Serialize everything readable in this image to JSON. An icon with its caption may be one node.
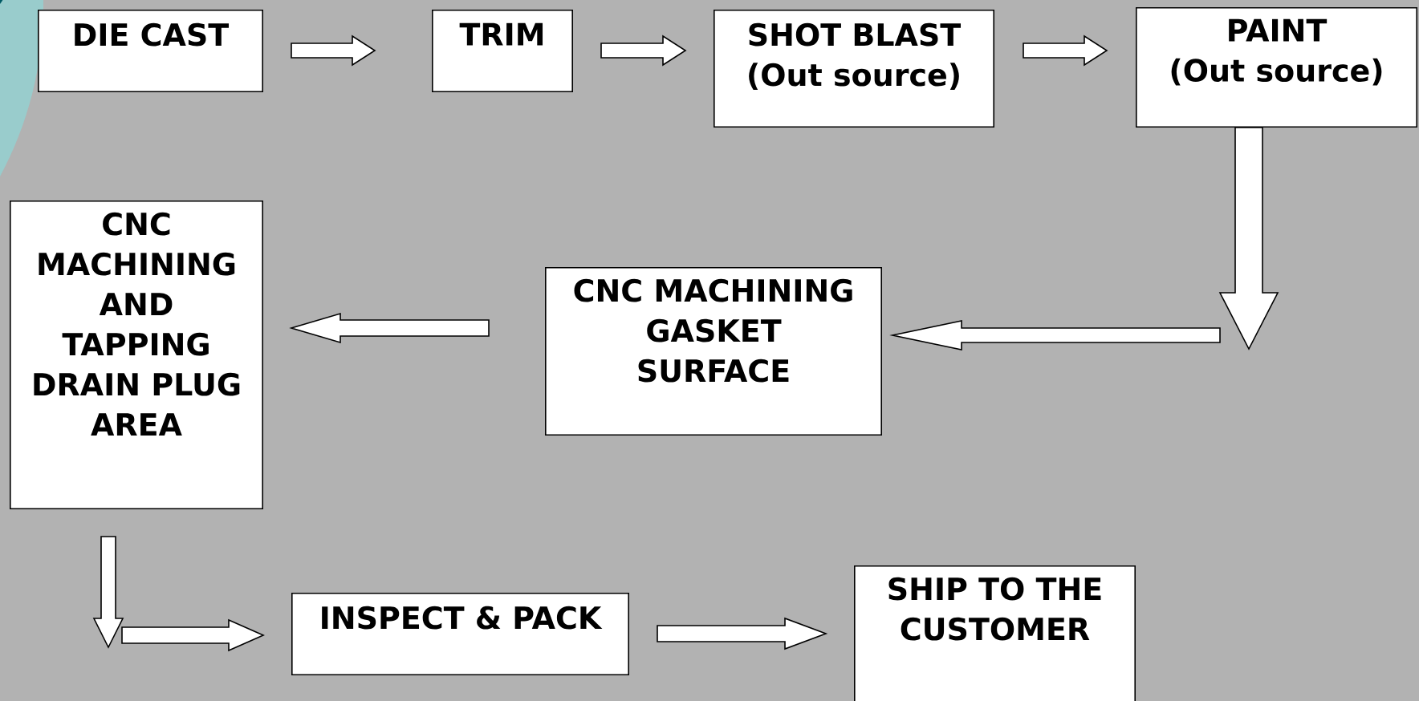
{
  "diagram": {
    "nodes": [
      {
        "text": [
          "DIE CAST"
        ]
      },
      {
        "text": [
          "TRIM"
        ]
      },
      {
        "text": [
          "SHOT BLAST",
          "(Out source)"
        ]
      },
      {
        "text": [
          "PAINT",
          "(Out source)"
        ]
      },
      {
        "text": [
          "CNC MACHINING GASKET SURFACE"
        ]
      },
      {
        "text": [
          "CNC MACHINING AND TAPPING DRAIN PLUG AREA"
        ]
      },
      {
        "text": [
          "INSPECT & PACK"
        ]
      },
      {
        "text": [
          "SHIP TO THE CUSTOMER"
        ]
      }
    ],
    "edges": [
      {
        "from": 0,
        "to": 1,
        "arrow": "to"
      },
      {
        "from": 1,
        "to": 2,
        "arrow": "to"
      },
      {
        "from": 2,
        "to": 3,
        "arrow": "to"
      },
      {
        "from": 3,
        "to": null,
        "arrow": "to"
      },
      {
        "from": null,
        "to": 4,
        "arrow": "to"
      },
      {
        "from": 4,
        "to": 5,
        "arrow": "to"
      },
      {
        "from": 5,
        "to": null,
        "arrow": "to"
      },
      {
        "from": null,
        "to": 6,
        "arrow": "to"
      },
      {
        "from": 6,
        "to": 7,
        "arrow": "to"
      }
    ]
  }
}
